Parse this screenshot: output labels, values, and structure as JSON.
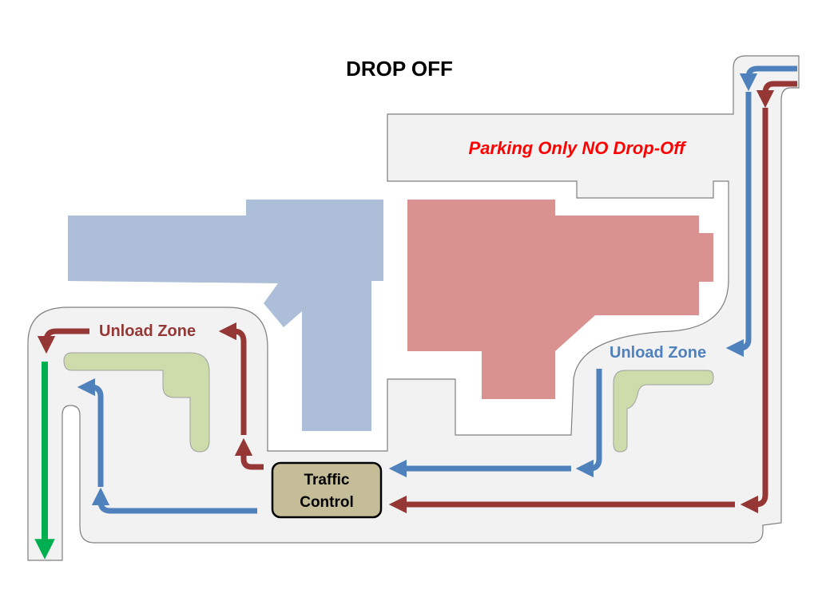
{
  "title": "DROP OFF",
  "parking_note": "Parking Only NO Drop-Off",
  "unload_zone_left": "Unload Zone",
  "unload_zone_right": "Unload Zone",
  "traffic_control": [
    "Traffic",
    "Control"
  ],
  "colors": {
    "road": "#f2f2f2",
    "road_outline": "#7f7f7f",
    "building_blue": "#adbfd8",
    "building_red": "#d9928f",
    "green_island": "#cddcaa",
    "arrow_red": "#953735",
    "arrow_blue": "#4f81bd",
    "arrow_green": "#00b050",
    "parking_note": "#ff0000",
    "traffic_box": "#c4bd97",
    "unload_left_text": "#953735",
    "unload_right_text": "#4f81bd"
  }
}
